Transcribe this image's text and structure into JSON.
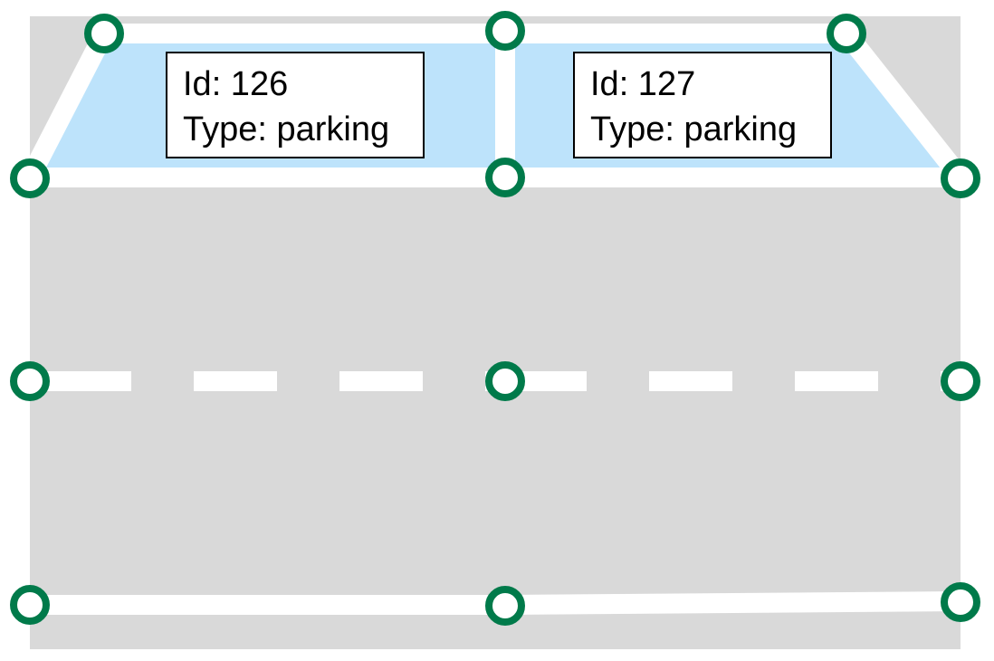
{
  "colors": {
    "background": "#ffffff",
    "road_surface": "#d9d9d9",
    "lane_marking": "#ffffff",
    "parking_fill": "#bde3fb",
    "label_box_fill": "#ffffff",
    "label_box_border": "#000000",
    "node_ring": "#007a4a",
    "node_center": "#ffffff"
  },
  "parking_areas": [
    {
      "id_text": "Id: 126",
      "type_text": "Type: parking"
    },
    {
      "id_text": "Id: 127",
      "type_text": "Type: parking"
    }
  ],
  "node_count": 12,
  "markings": {
    "top_boundary": "solid",
    "center_line": "dashed",
    "bottom_boundary": "solid"
  }
}
